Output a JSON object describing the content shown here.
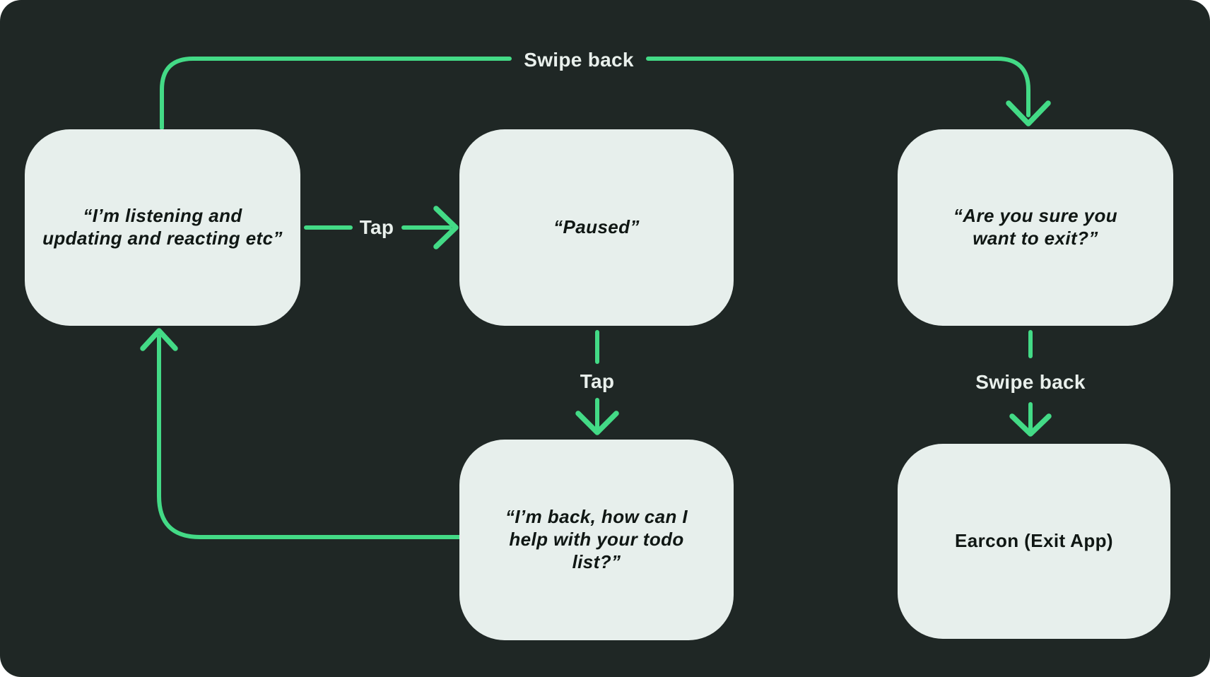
{
  "colors": {
    "canvas_bg": "#ffffff",
    "panel_bg": "#1f2725",
    "node_bg": "#e7efec",
    "accent_green": "#43da86",
    "node_text": "#101714",
    "label_text": "#e9f0ec"
  },
  "diagram": {
    "nodes": [
      {
        "id": "listening",
        "label": "“I’m listening and updating and reacting etc”"
      },
      {
        "id": "paused",
        "label": "“Paused”"
      },
      {
        "id": "confirm-exit",
        "label": "“Are you sure you want to exit?”"
      },
      {
        "id": "back-todo",
        "label": "“I’m back, how can I help with your todo list?”"
      },
      {
        "id": "earcon-exit",
        "label": "Earcon (Exit App)"
      }
    ],
    "edge_labels": {
      "swipe_back_top": "Swipe back",
      "tap_right": "Tap",
      "tap_down": "Tap",
      "swipe_back_right": "Swipe back"
    }
  }
}
